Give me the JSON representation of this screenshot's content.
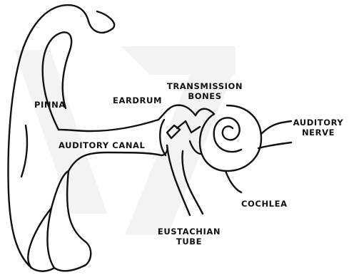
{
  "diagram": {
    "labels": {
      "pinna": "PINNA",
      "eardrum": "EARDRUM",
      "transmission_bones_line1": "TRANSMISSION",
      "transmission_bones_line2": "BONES",
      "auditory_canal": "AUDITORY CANAL",
      "auditory_nerve_line1": "AUDITORY",
      "auditory_nerve_line2": "NERVE",
      "cochlea": "COCHLEA",
      "eustachian_tube_line1": "EUSTACHIAN",
      "eustachian_tube_line2": "TUBE"
    },
    "colors": {
      "stroke": "#111111",
      "watermark": "#f2f2f2",
      "background": "#ffffff"
    }
  }
}
